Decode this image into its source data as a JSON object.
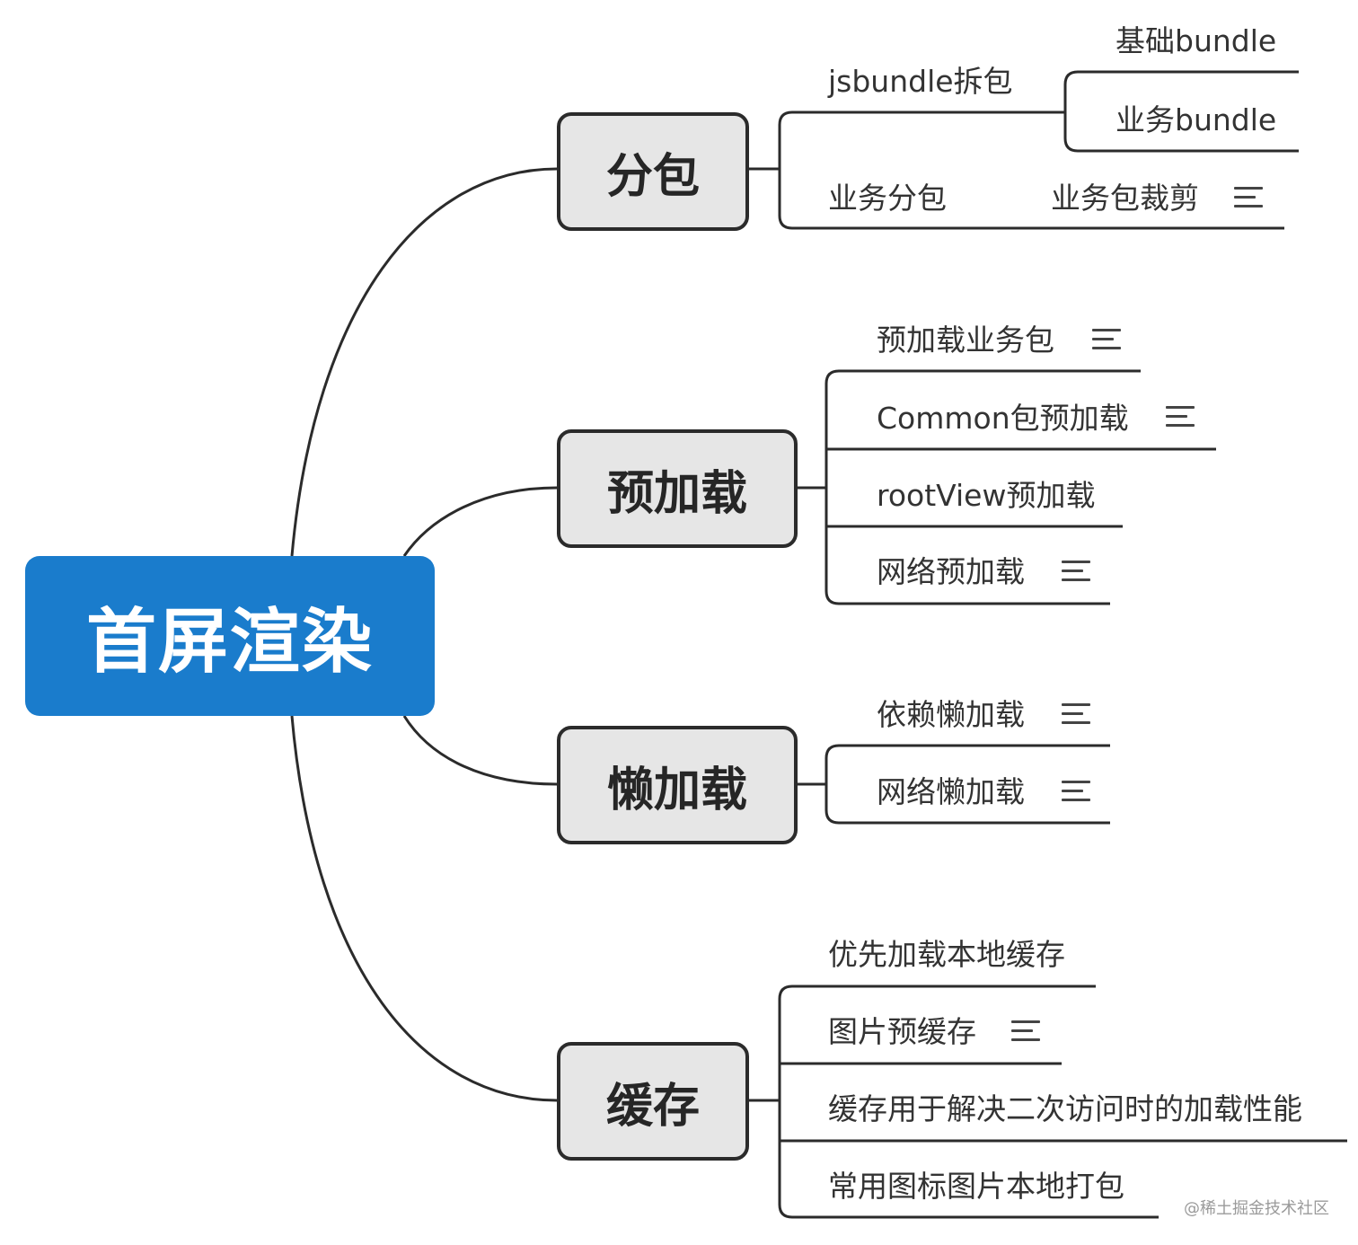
{
  "root": {
    "label": "首屏渲染",
    "color": "#1a7ccc"
  },
  "branches": [
    {
      "label": "分包",
      "children": [
        {
          "label": "jsbundle拆包",
          "children": [
            {
              "label": "基础bundle"
            },
            {
              "label": "业务bundle"
            }
          ]
        },
        {
          "label": "业务分包",
          "children": [
            {
              "label": "业务包裁剪",
              "note": true
            }
          ]
        }
      ]
    },
    {
      "label": "预加载",
      "children": [
        {
          "label": "预加载业务包",
          "note": true
        },
        {
          "label": "Common包预加载",
          "note": true
        },
        {
          "label": "rootView预加载"
        },
        {
          "label": "网络预加载",
          "note": true
        }
      ]
    },
    {
      "label": "懒加载",
      "children": [
        {
          "label": "依赖懒加载",
          "note": true
        },
        {
          "label": "网络懒加载",
          "note": true
        }
      ]
    },
    {
      "label": "缓存",
      "children": [
        {
          "label": "优先加载本地缓存"
        },
        {
          "label": "图片预缓存",
          "note": true
        },
        {
          "label": "缓存用于解决二次访问时的加载性能"
        },
        {
          "label": "常用图标图片本地打包"
        }
      ]
    }
  ],
  "watermark": "@稀土掘金技术社区",
  "colors": {
    "line": "#2b2b2b",
    "branch_fill": "#e6e6e6",
    "root_text": "#ffffff"
  }
}
